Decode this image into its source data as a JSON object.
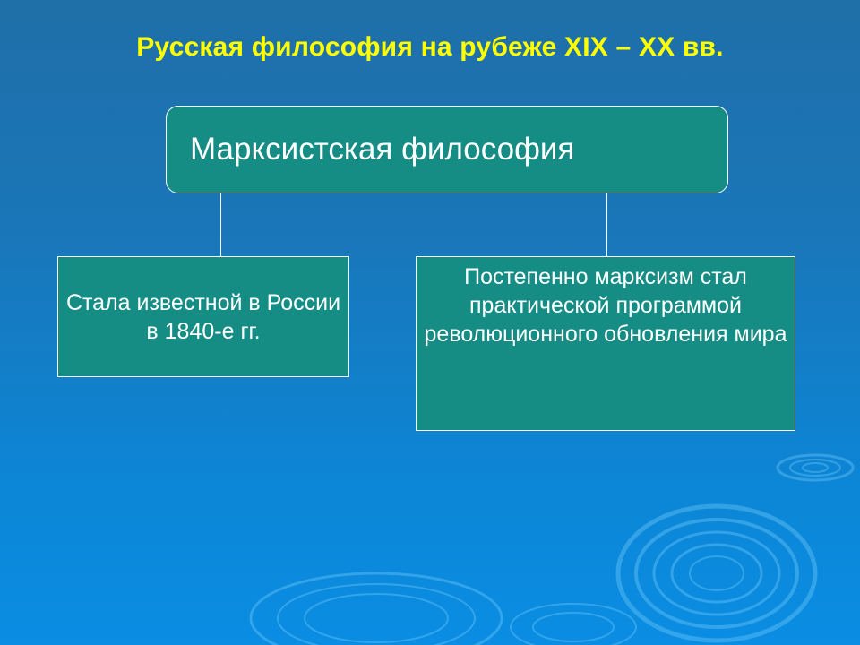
{
  "slide": {
    "title": "Русская философия на рубеже XIX – XX вв."
  },
  "diagram": {
    "root": {
      "label": "Марксистская философия"
    },
    "children": [
      {
        "label": "Стала известной в России в 1840-е гг."
      },
      {
        "label": "Постепенно марксизм стал практической программой революционного обновления мира"
      }
    ]
  },
  "colors": {
    "title": "#ffff00",
    "box_fill": "#158c84",
    "box_border": "#ffffff",
    "background_top": "#1f6fa8",
    "background_bottom": "#0a8de3"
  }
}
